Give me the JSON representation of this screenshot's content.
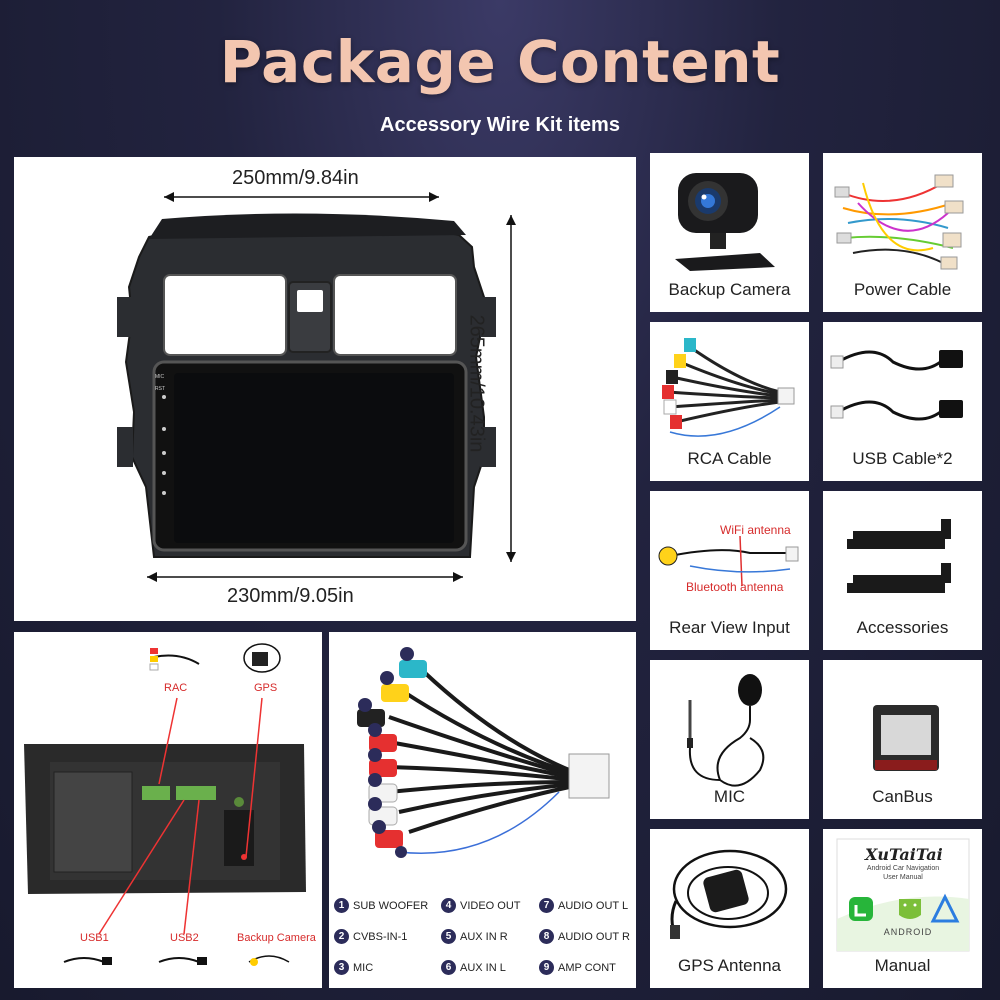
{
  "header": {
    "title": "Package Content",
    "subtitle": "Accessory Wire Kit items"
  },
  "head_unit": {
    "width_label": "250mm/9.84in",
    "height_label": "265mm/10.43in",
    "bottom_width_label": "230mm/9.05in",
    "side_buttons": [
      "MIC",
      "RST"
    ]
  },
  "cards": [
    {
      "id": "backup-camera",
      "label": "Backup Camera"
    },
    {
      "id": "power-cable",
      "label": "Power Cable"
    },
    {
      "id": "rca-cable",
      "label": "RCA Cable"
    },
    {
      "id": "usb-cable",
      "label": "USB Cable*2"
    },
    {
      "id": "rear-view-input",
      "label": "Rear View Input"
    },
    {
      "id": "accessories",
      "label": "Accessories"
    },
    {
      "id": "mic",
      "label": "MIC"
    },
    {
      "id": "canbus",
      "label": "CanBus"
    },
    {
      "id": "gps-antenna",
      "label": "GPS Antenna"
    },
    {
      "id": "manual",
      "label": "Manual"
    }
  ],
  "rear_view_input": {
    "wifi_label": "WiFi antenna",
    "bluetooth_label": "Bluetooth antenna"
  },
  "back_panel": {
    "rac_label": "RAC",
    "gps_label": "GPS",
    "usb1_label": "USB1",
    "usb2_label": "USB2",
    "backup_camera_label": "Backup Camera"
  },
  "rca_legend": [
    {
      "num": "1",
      "label": "SUB WOOFER"
    },
    {
      "num": "4",
      "label": "VIDEO OUT"
    },
    {
      "num": "7",
      "label": "AUDIO OUT L"
    },
    {
      "num": "2",
      "label": "CVBS-IN-1"
    },
    {
      "num": "5",
      "label": "AUX IN R"
    },
    {
      "num": "8",
      "label": "AUDIO OUT R"
    },
    {
      "num": "3",
      "label": "MIC"
    },
    {
      "num": "6",
      "label": "AUX IN L"
    },
    {
      "num": "9",
      "label": "AMP CONT"
    }
  ],
  "manual": {
    "brand": "XuTaiTai",
    "line1": "Android Car Navigation",
    "line2": "User Manual",
    "android_text": "ANDROID"
  },
  "colors": {
    "title": "#f3c6b0",
    "background": "#22233f",
    "accent_red": "#d62b2b"
  }
}
